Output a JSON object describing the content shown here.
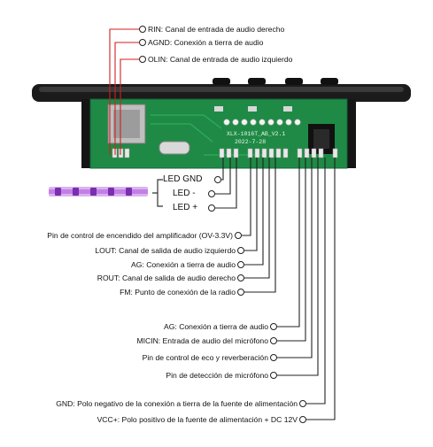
{
  "top_pins": [
    {
      "id": "rin",
      "text": "RIN: Canal de entrada de audio derecho"
    },
    {
      "id": "agnd",
      "text": "AGND: Conexión a tierra de audio"
    },
    {
      "id": "olin",
      "text": "OLIN: Canal de entrada de audio izquierdo"
    }
  ],
  "board": {
    "silk_model": "XLX-1016T_AB_V2.1",
    "silk_date": "2022-7-28"
  },
  "led": {
    "labels": [
      "LED GND",
      "LED  -",
      "LED  +"
    ]
  },
  "bottom_pins": [
    {
      "id": "amp",
      "text": "Pin de control de encendido del amplificador (OV-3.3V)"
    },
    {
      "id": "lout",
      "text": "LOUT: Canal de salida de audio izquierdo"
    },
    {
      "id": "ag1",
      "text": "AG: Conexión a tierra de audio"
    },
    {
      "id": "rout",
      "text": "ROUT: Canal de salida de audio derecho"
    },
    {
      "id": "fm",
      "text": "FM: Punto de conexión de la radio"
    },
    {
      "id": "ag2",
      "text": "AG: Conexión a tierra de audio"
    },
    {
      "id": "micin",
      "text": "MICIN: Entrada de audio del micrófono"
    },
    {
      "id": "echo",
      "text": "Pin de control de eco y reverberación"
    },
    {
      "id": "micdet",
      "text": "Pin de detección de micrófono"
    },
    {
      "id": "gnd",
      "text": "GND: Polo negativo de la conexión a tierra de la fuente de alimentación"
    },
    {
      "id": "vcc",
      "text": "VCC+: Polo positivo de la fuente de alimentación + DC 12V"
    }
  ],
  "colors": {
    "line_red": "#d21f1f",
    "line_dark": "#222222",
    "pcb_green": "#1f8a45",
    "panel_black": "#1b1b1b",
    "led_purple": "#b44be0"
  }
}
